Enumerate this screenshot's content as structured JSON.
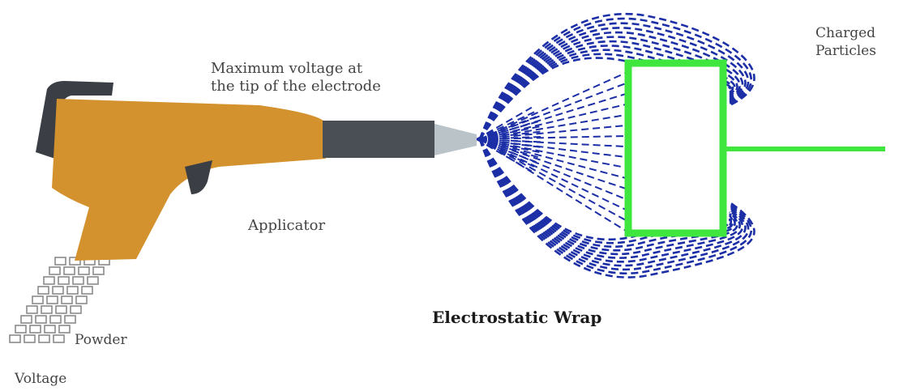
{
  "labels": {
    "charged_line1": "Charged",
    "charged_line2": "Particles",
    "max_voltage_line1": "Maximum voltage at",
    "max_voltage_line2": "the tip of the electrode",
    "applicator": "Applicator",
    "powder": "Powder",
    "voltage": "Voltage",
    "title": "Electrostatic Wrap"
  },
  "colors": {
    "gun_body": "#d4922e",
    "gun_dark": "#3b3f45",
    "gun_nozzle": "#4a4f55",
    "nozzle_tip": "#b9c3c8",
    "field_lines": "#1c2fa6",
    "target_frame": "#3ee63e",
    "target_fill": "#ffffff",
    "ground_wire": "#3ee63e",
    "hose": "#8a8a8a"
  },
  "icons": {
    "gun": "spray-gun-icon",
    "target": "grounded-part-icon"
  }
}
